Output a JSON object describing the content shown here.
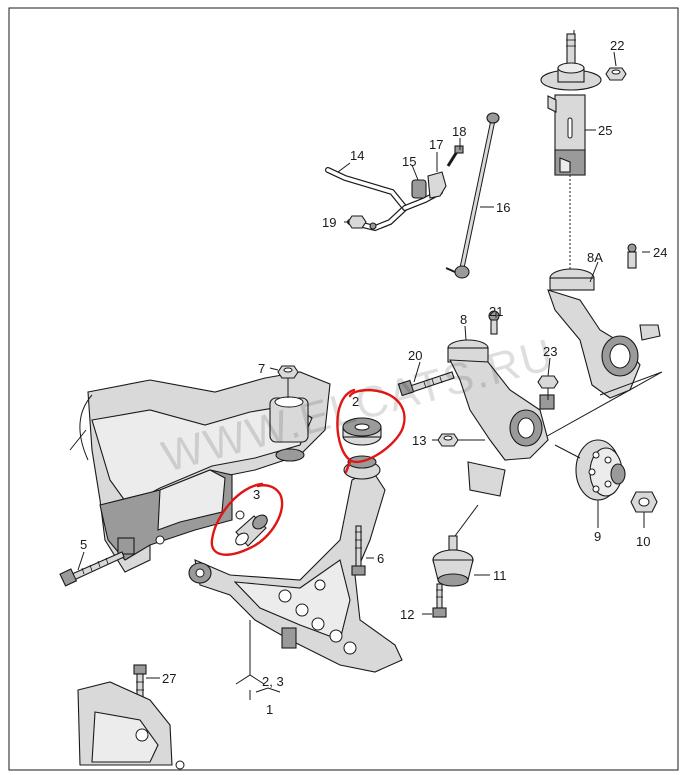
{
  "watermark": "WWW.ELCATS.RU",
  "colors": {
    "line": "#1a1a1a",
    "part_fill": "#d9d9d9",
    "highlight": "#e01515"
  },
  "callouts": {
    "c1": "1",
    "c2": "2",
    "c2_3": "2, 3",
    "c3": "3",
    "c5": "5",
    "c6": "6",
    "c7": "7",
    "c8": "8",
    "c8a": "8A",
    "c9": "9",
    "c10": "10",
    "c11": "11",
    "c12": "12",
    "c13": "13",
    "c14": "14",
    "c15": "15",
    "c16": "16",
    "c17": "17",
    "c18": "18",
    "c19": "19",
    "c20": "20",
    "c21": "21",
    "c22": "22",
    "c23": "23",
    "c24": "24",
    "c25": "25",
    "c27": "27"
  }
}
